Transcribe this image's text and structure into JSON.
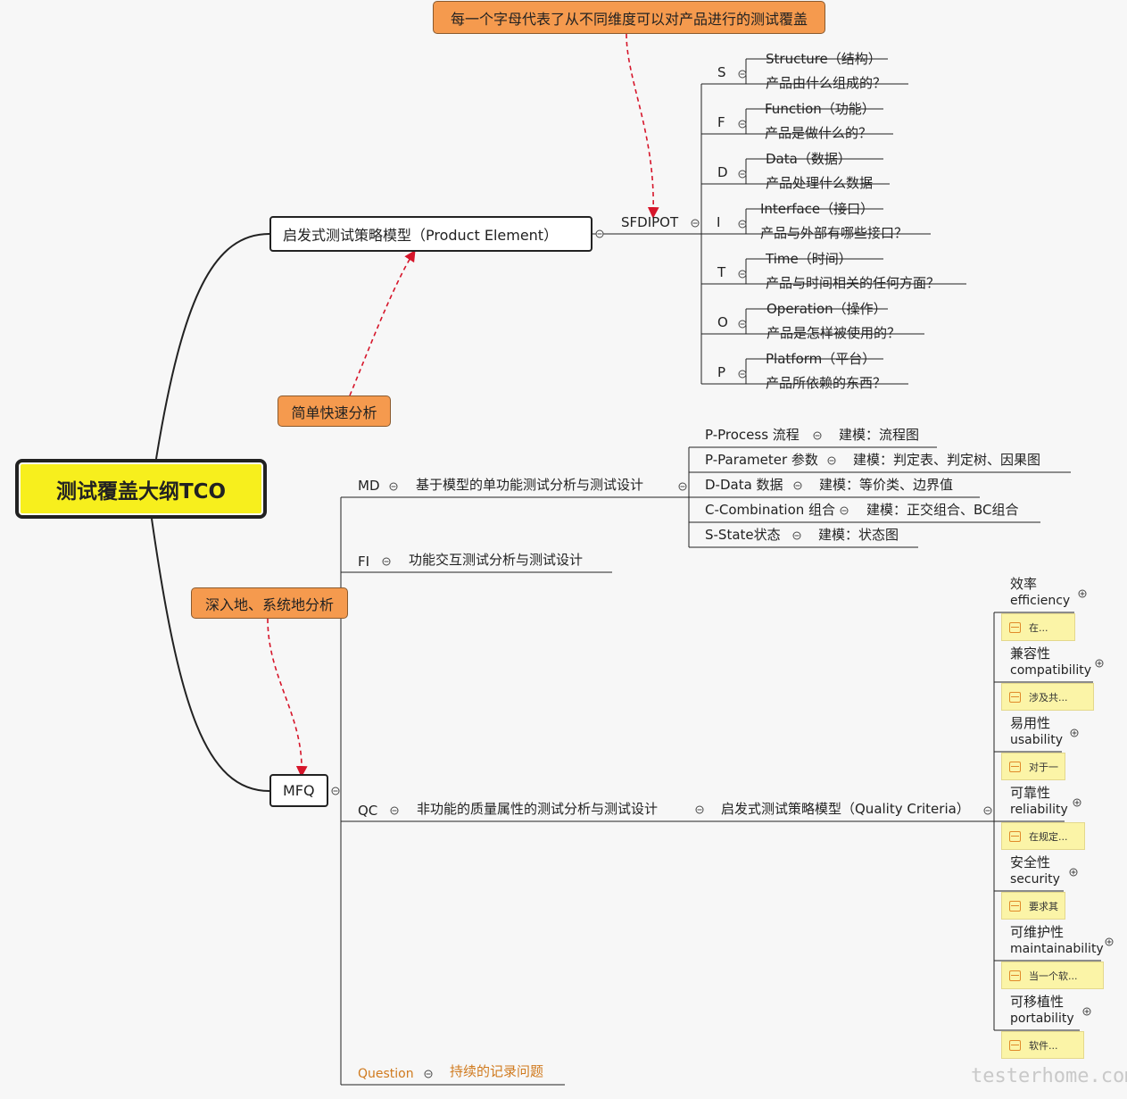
{
  "central": {
    "title": "测试覆盖大纲TCO"
  },
  "callouts": {
    "top": "每一个字母代表了从不同维度可以对产品进行的测试覆盖",
    "simple": "简单快速分析",
    "deep": "深入地、系统地分析"
  },
  "product_element": {
    "title": "启发式测试策略模型（Product Element）",
    "hub": "SFDIPOT",
    "items": [
      {
        "letter": "S",
        "name": "Structure（结构）",
        "question": "产品由什么组成的？"
      },
      {
        "letter": "F",
        "name": "Function（功能）",
        "question": "产品是做什么的？"
      },
      {
        "letter": "D",
        "name": "Data（数据）",
        "question": "产品处理什么数据"
      },
      {
        "letter": "I",
        "name": "Interface（接口）",
        "question": "产品与外部有哪些接口？"
      },
      {
        "letter": "T",
        "name": "Time（时间）",
        "question": "产品与时间相关的任何方面？"
      },
      {
        "letter": "O",
        "name": "Operation（操作）",
        "question": "产品是怎样被使用的？"
      },
      {
        "letter": "P",
        "name": "Platform（平台）",
        "question": "产品所依赖的东西？"
      }
    ]
  },
  "mfq": {
    "title": "MFQ",
    "md": {
      "label": "MD",
      "desc": "基于模型的单功能测试分析与测试设计",
      "models": [
        {
          "name": "P-Process 流程",
          "model": "建模：流程图"
        },
        {
          "name": "P-Parameter 参数",
          "model": "建模：判定表、判定树、因果图"
        },
        {
          "name": "D-Data 数据",
          "model": "建模：等价类、边界值"
        },
        {
          "name": "C-Combination 组合",
          "model": "建模：正交组合、BC组合"
        },
        {
          "name": "S-State状态",
          "model": "建模：状态图"
        }
      ]
    },
    "fi": {
      "label": "FI",
      "desc": "功能交互测试分析与测试设计"
    },
    "qc": {
      "label": "QC",
      "desc": "非功能的质量属性的测试分析与测试设计",
      "model": "启发式测试策略模型（Quality Criteria）",
      "criteria": [
        {
          "cn": "效率",
          "en": "efficiency",
          "note": "在..."
        },
        {
          "cn": "兼容性",
          "en": "compatibility",
          "note": "涉及共..."
        },
        {
          "cn": "易用性",
          "en": "usability",
          "note": "对于一"
        },
        {
          "cn": "可靠性",
          "en": "reliability",
          "note": "在规定..."
        },
        {
          "cn": "安全性",
          "en": "security",
          "note": "要求其"
        },
        {
          "cn": "可维护性",
          "en": "maintainability",
          "note": "当一个软..."
        },
        {
          "cn": "可移植性",
          "en": "portability",
          "note": "软件..."
        }
      ]
    },
    "question": {
      "label": "Question",
      "desc": "持续的记录问题"
    }
  },
  "watermark": "testerhome.com",
  "colors": {
    "central_fill": "#f7ef1d",
    "callout_fill": "#f59a4e",
    "note_fill": "#fbf4a7",
    "arrow": "#d6152a",
    "question_text": "#d07a1e"
  }
}
